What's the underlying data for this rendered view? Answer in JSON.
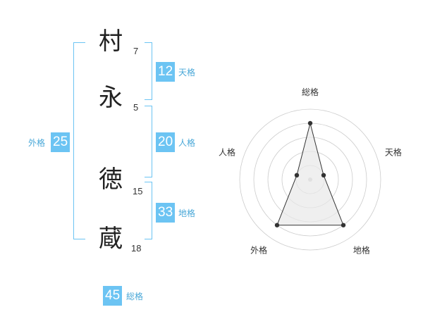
{
  "name": {
    "chars": [
      {
        "char": "村",
        "strokes": "7"
      },
      {
        "char": "永",
        "strokes": "5"
      },
      {
        "char": "徳",
        "strokes": "15"
      },
      {
        "char": "蔵",
        "strokes": "18"
      }
    ]
  },
  "kakusu": {
    "tenkaku": {
      "value": "12",
      "label": "天格"
    },
    "jinkaku": {
      "value": "20",
      "label": "人格"
    },
    "chikaku": {
      "value": "33",
      "label": "地格"
    },
    "gaikaku": {
      "value": "25",
      "label": "外格"
    },
    "soukaku": {
      "value": "45",
      "label": "総格"
    }
  },
  "chart_data": {
    "type": "radar",
    "axes": [
      "総格",
      "天格",
      "地格",
      "外格",
      "人格"
    ],
    "values": [
      4,
      1,
      4,
      4,
      1
    ],
    "rmax": 5,
    "rings": 5
  },
  "colors": {
    "accent": "#6cc4f3",
    "radar_fill": "#e8e8e8",
    "radar_line": "#333333",
    "grid": "#cccccc"
  }
}
